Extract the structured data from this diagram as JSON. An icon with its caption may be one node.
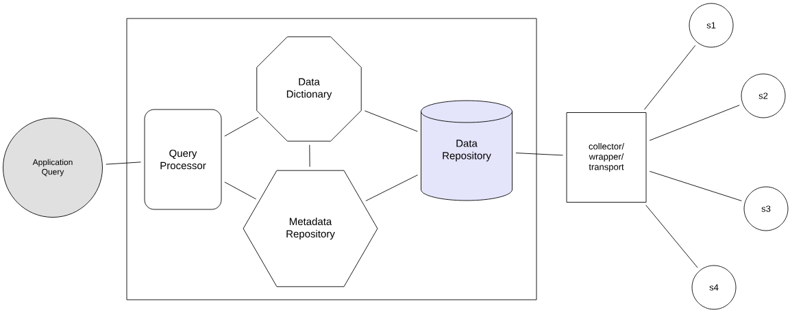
{
  "diagram": {
    "nodes": [
      {
        "text": [
          "Application Query"
        ]
      },
      {
        "text": [],
        "shape": "box"
      },
      {
        "text": [
          "Query Processor"
        ],
        "in": 1
      },
      {
        "text": [
          "Data Dictionary"
        ],
        "in": 1
      },
      {
        "text": [
          "Metadata Repository"
        ],
        "in": 1
      },
      {
        "text": [
          "Data Repository"
        ],
        "in": 1
      },
      {
        "text": [
          "collector/ wrapper/ transport"
        ]
      },
      {
        "text": [
          "s1"
        ]
      },
      {
        "text": [
          "s2"
        ]
      },
      {
        "text": [
          "s3"
        ]
      },
      {
        "text": [
          "s4"
        ]
      }
    ],
    "edges": [
      {
        "from": 0,
        "to": 2,
        "arrow": "none"
      },
      {
        "from": 2,
        "to": 3,
        "arrow": "none"
      },
      {
        "from": 2,
        "to": 4,
        "arrow": "none"
      },
      {
        "from": 3,
        "to": 4,
        "arrow": "none"
      },
      {
        "from": 3,
        "to": 5,
        "arrow": "none"
      },
      {
        "from": 4,
        "to": 5,
        "arrow": "none"
      },
      {
        "from": 5,
        "to": 6,
        "arrow": "none"
      },
      {
        "from": 6,
        "to": 7,
        "arrow": "none"
      },
      {
        "from": 6,
        "to": 8,
        "arrow": "none"
      },
      {
        "from": 6,
        "to": 9,
        "arrow": "none"
      },
      {
        "from": 6,
        "to": 10,
        "arrow": "none"
      }
    ]
  }
}
